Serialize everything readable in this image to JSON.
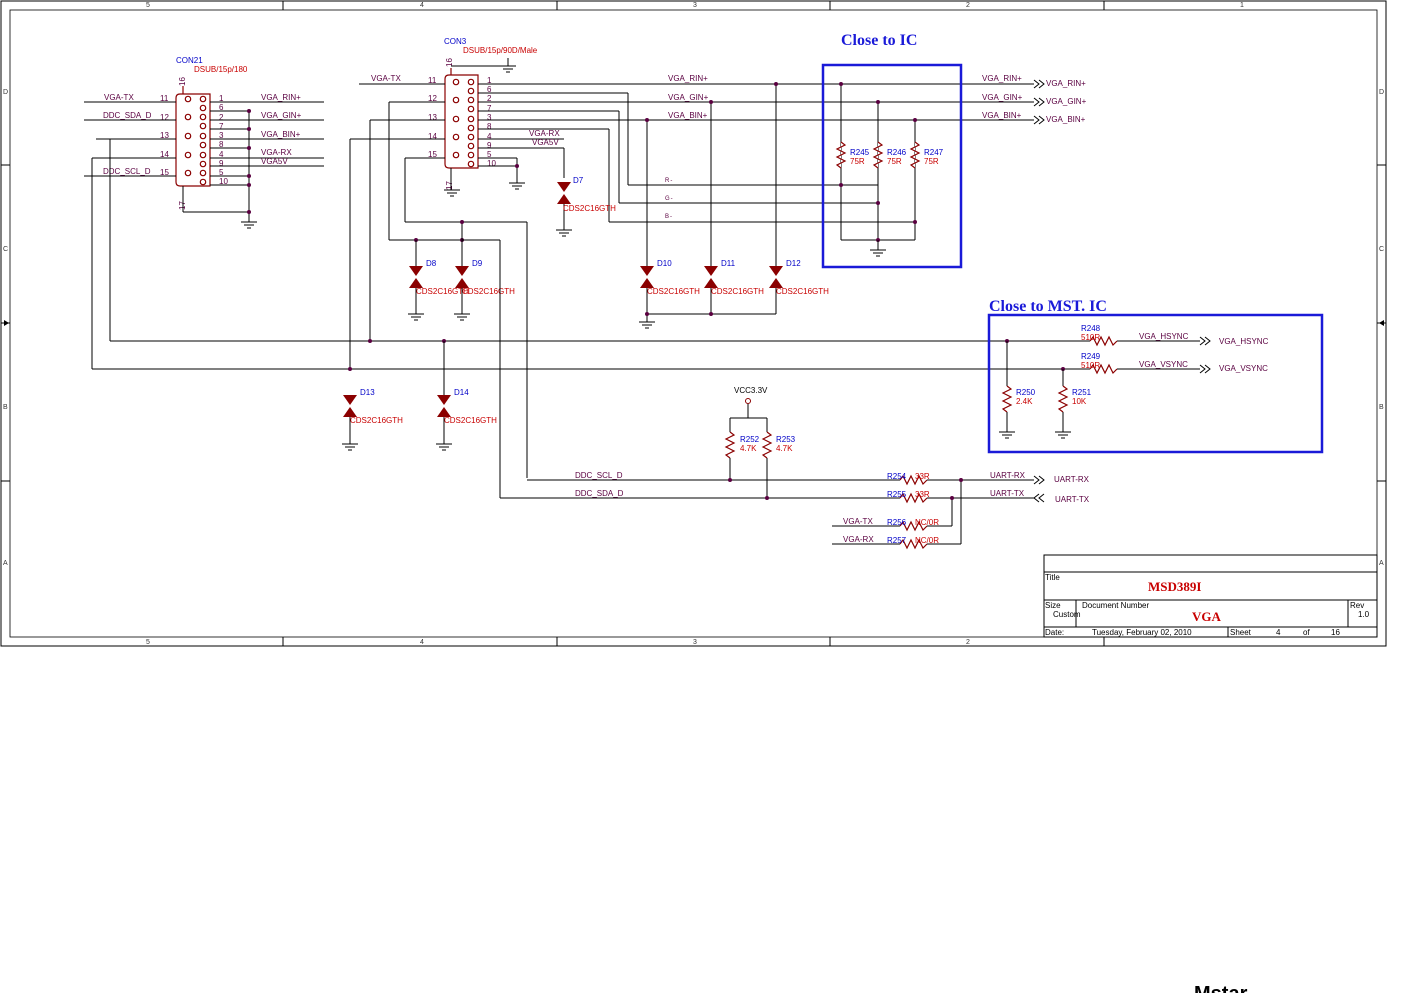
{
  "notes": {
    "close_ic": "Close to  IC",
    "close_mst": "Close to MST. IC"
  },
  "zones": {
    "top": [
      "5",
      "4",
      "3",
      "2",
      "1"
    ],
    "side": [
      "D",
      "C",
      "B",
      "A"
    ]
  },
  "connectors": {
    "con21": {
      "ref": "CON21",
      "value": "DSUB/15p/180",
      "pins_left": [
        "11",
        "12",
        "13",
        "14",
        "15"
      ],
      "pins_right": [
        "1",
        "6",
        "2",
        "7",
        "3",
        "8",
        "4",
        "9",
        "5",
        "10"
      ],
      "pin_top": "16",
      "pin_bottom": "17",
      "left_nets": [
        "VGA-TX",
        "DDC_SDA_D",
        "DDC_SCL_D"
      ],
      "right_nets": [
        "VGA_RIN+",
        "VGA_GIN+",
        "VGA_BIN+",
        "VGA-RX",
        "VGA5V"
      ]
    },
    "con3": {
      "ref": "CON3",
      "value": "DSUB/15p/90D/Male",
      "pins_left": [
        "11",
        "12",
        "13",
        "14",
        "15"
      ],
      "pins_right": [
        "1",
        "6",
        "2",
        "7",
        "3",
        "8",
        "4",
        "9",
        "5",
        "10"
      ],
      "pin_top": "16",
      "pin_bottom": "17",
      "left_nets": [
        "VGA-TX"
      ],
      "right_nets": [
        "VGA-RX",
        "VGA5V"
      ]
    }
  },
  "diodes": [
    {
      "ref": "D7",
      "value": "CDS2C16GTH"
    },
    {
      "ref": "D8",
      "value": "CDS2C16GTH"
    },
    {
      "ref": "D9",
      "value": "CDS2C16GTH"
    },
    {
      "ref": "D10",
      "value": "CDS2C16GTH"
    },
    {
      "ref": "D11",
      "value": "CDS2C16GTH"
    },
    {
      "ref": "D12",
      "value": "CDS2C16GTH"
    },
    {
      "ref": "D13",
      "value": "CDS2C16GTH"
    },
    {
      "ref": "D14",
      "value": "CDS2C16GTH"
    }
  ],
  "resistors": [
    {
      "ref": "R245",
      "value": "75R"
    },
    {
      "ref": "R246",
      "value": "75R"
    },
    {
      "ref": "R247",
      "value": "75R"
    },
    {
      "ref": "R248",
      "value": "510R"
    },
    {
      "ref": "R249",
      "value": "510R"
    },
    {
      "ref": "R250",
      "value": "2.4K"
    },
    {
      "ref": "R251",
      "value": "10K"
    },
    {
      "ref": "R252",
      "value": "4.7K"
    },
    {
      "ref": "R253",
      "value": "4.7K"
    },
    {
      "ref": "R254",
      "value": "33R"
    },
    {
      "ref": "R255",
      "value": "33R"
    },
    {
      "ref": "R256",
      "value": "NC/0R"
    },
    {
      "ref": "R257",
      "value": "NC/0R"
    }
  ],
  "nets": {
    "rin": "VGA_RIN+",
    "gin": "VGA_GIN+",
    "bin": "VGA_BIN+",
    "hsync": "VGA_HSYNC",
    "vsync": "VGA_VSYNC",
    "ddc_scl": "DDC_SCL_D",
    "ddc_sda": "DDC_SDA_D",
    "vga_tx": "VGA-TX",
    "vga_rx": "VGA-RX",
    "uart_rx": "UART-RX",
    "uart_tx": "UART-TX",
    "vcc": "VCC3.3V",
    "r_tap": "R-",
    "g_tap": "G-",
    "b_tap": "B-"
  },
  "ports": {
    "rin": "VGA_RIN+",
    "gin": "VGA_GIN+",
    "bin": "VGA_BIN+",
    "hsync": "VGA_HSYNC",
    "vsync": "VGA_VSYNC",
    "uart_rx": "UART-RX",
    "uart_tx": "UART-TX"
  },
  "title_block": {
    "title_label": "Title",
    "title": "MSD389I",
    "size_label": "Size",
    "size": "Custom",
    "docnum_label": "Document Number",
    "docnum": "VGA",
    "rev_label": "Rev",
    "rev": "1.0",
    "date_label": "Date:",
    "date": "Tuesday, February 02, 2010",
    "sheet_label": "Sheet",
    "sheet": "4",
    "of_label": "of",
    "sheets": "16"
  },
  "logo": "Mstar",
  "colors": {
    "wire": "#000000",
    "component": "#8b0000",
    "refdes": "#0000c8",
    "value": "#c80000",
    "net": "#5a0040",
    "note_box": "#1a1ad8"
  }
}
